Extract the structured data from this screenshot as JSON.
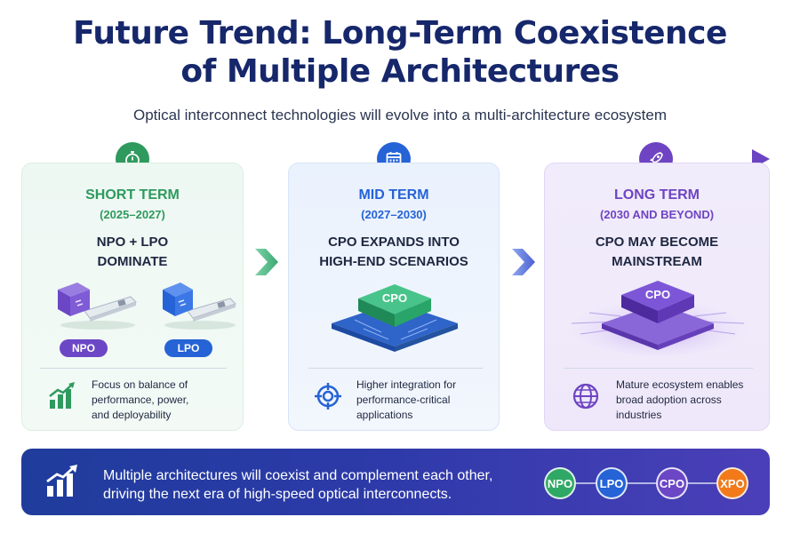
{
  "title": {
    "line1": "Future Trend: Long-Term Coexistence",
    "line2": "of Multiple Architectures"
  },
  "subtitle": "Optical interconnect technologies will evolve into a multi-architecture ecosystem",
  "icons": {
    "short": "stopwatch-icon",
    "mid": "calendar-icon",
    "long": "rocket-icon"
  },
  "colors": {
    "short_green": "#2e9a5e",
    "mid_blue": "#2563d6",
    "long_purple": "#6e44c2",
    "title_navy": "#16276b"
  },
  "phases": {
    "short": {
      "term": "SHORT TERM",
      "years": "(2025–2027)",
      "headline_1": "NPO + LPO",
      "headline_2": "DOMINATE",
      "badges": [
        "NPO",
        "LPO"
      ],
      "desc": [
        "Focus on balance of",
        "performance, power,",
        "and deployability"
      ]
    },
    "mid": {
      "term": "MID TERM",
      "years": "(2027–2030)",
      "headline_1": "CPO EXPANDS INTO",
      "headline_2": "HIGH-END SCENARIOS",
      "chip_label": "CPO",
      "desc": [
        "Higher integration for",
        "performance-critical",
        "applications"
      ]
    },
    "long": {
      "term": "LONG TERM",
      "years": "(2030 AND BEYOND)",
      "headline_1": "CPO MAY BECOME",
      "headline_2": "MAINSTREAM",
      "chip_label": "CPO",
      "desc": [
        "Mature ecosystem enables",
        "broad adoption across",
        "industries"
      ]
    }
  },
  "bottom": {
    "line1": "Multiple architectures will coexist and complement each other,",
    "line2": "driving the next era of high-speed optical interconnects.",
    "chain": [
      {
        "label": "NPO",
        "color": "#2fa865"
      },
      {
        "label": "LPO",
        "color": "#2563d6"
      },
      {
        "label": "CPO",
        "color": "#6b47c6"
      },
      {
        "label": "XPO",
        "color": "#f27a1a"
      }
    ]
  }
}
